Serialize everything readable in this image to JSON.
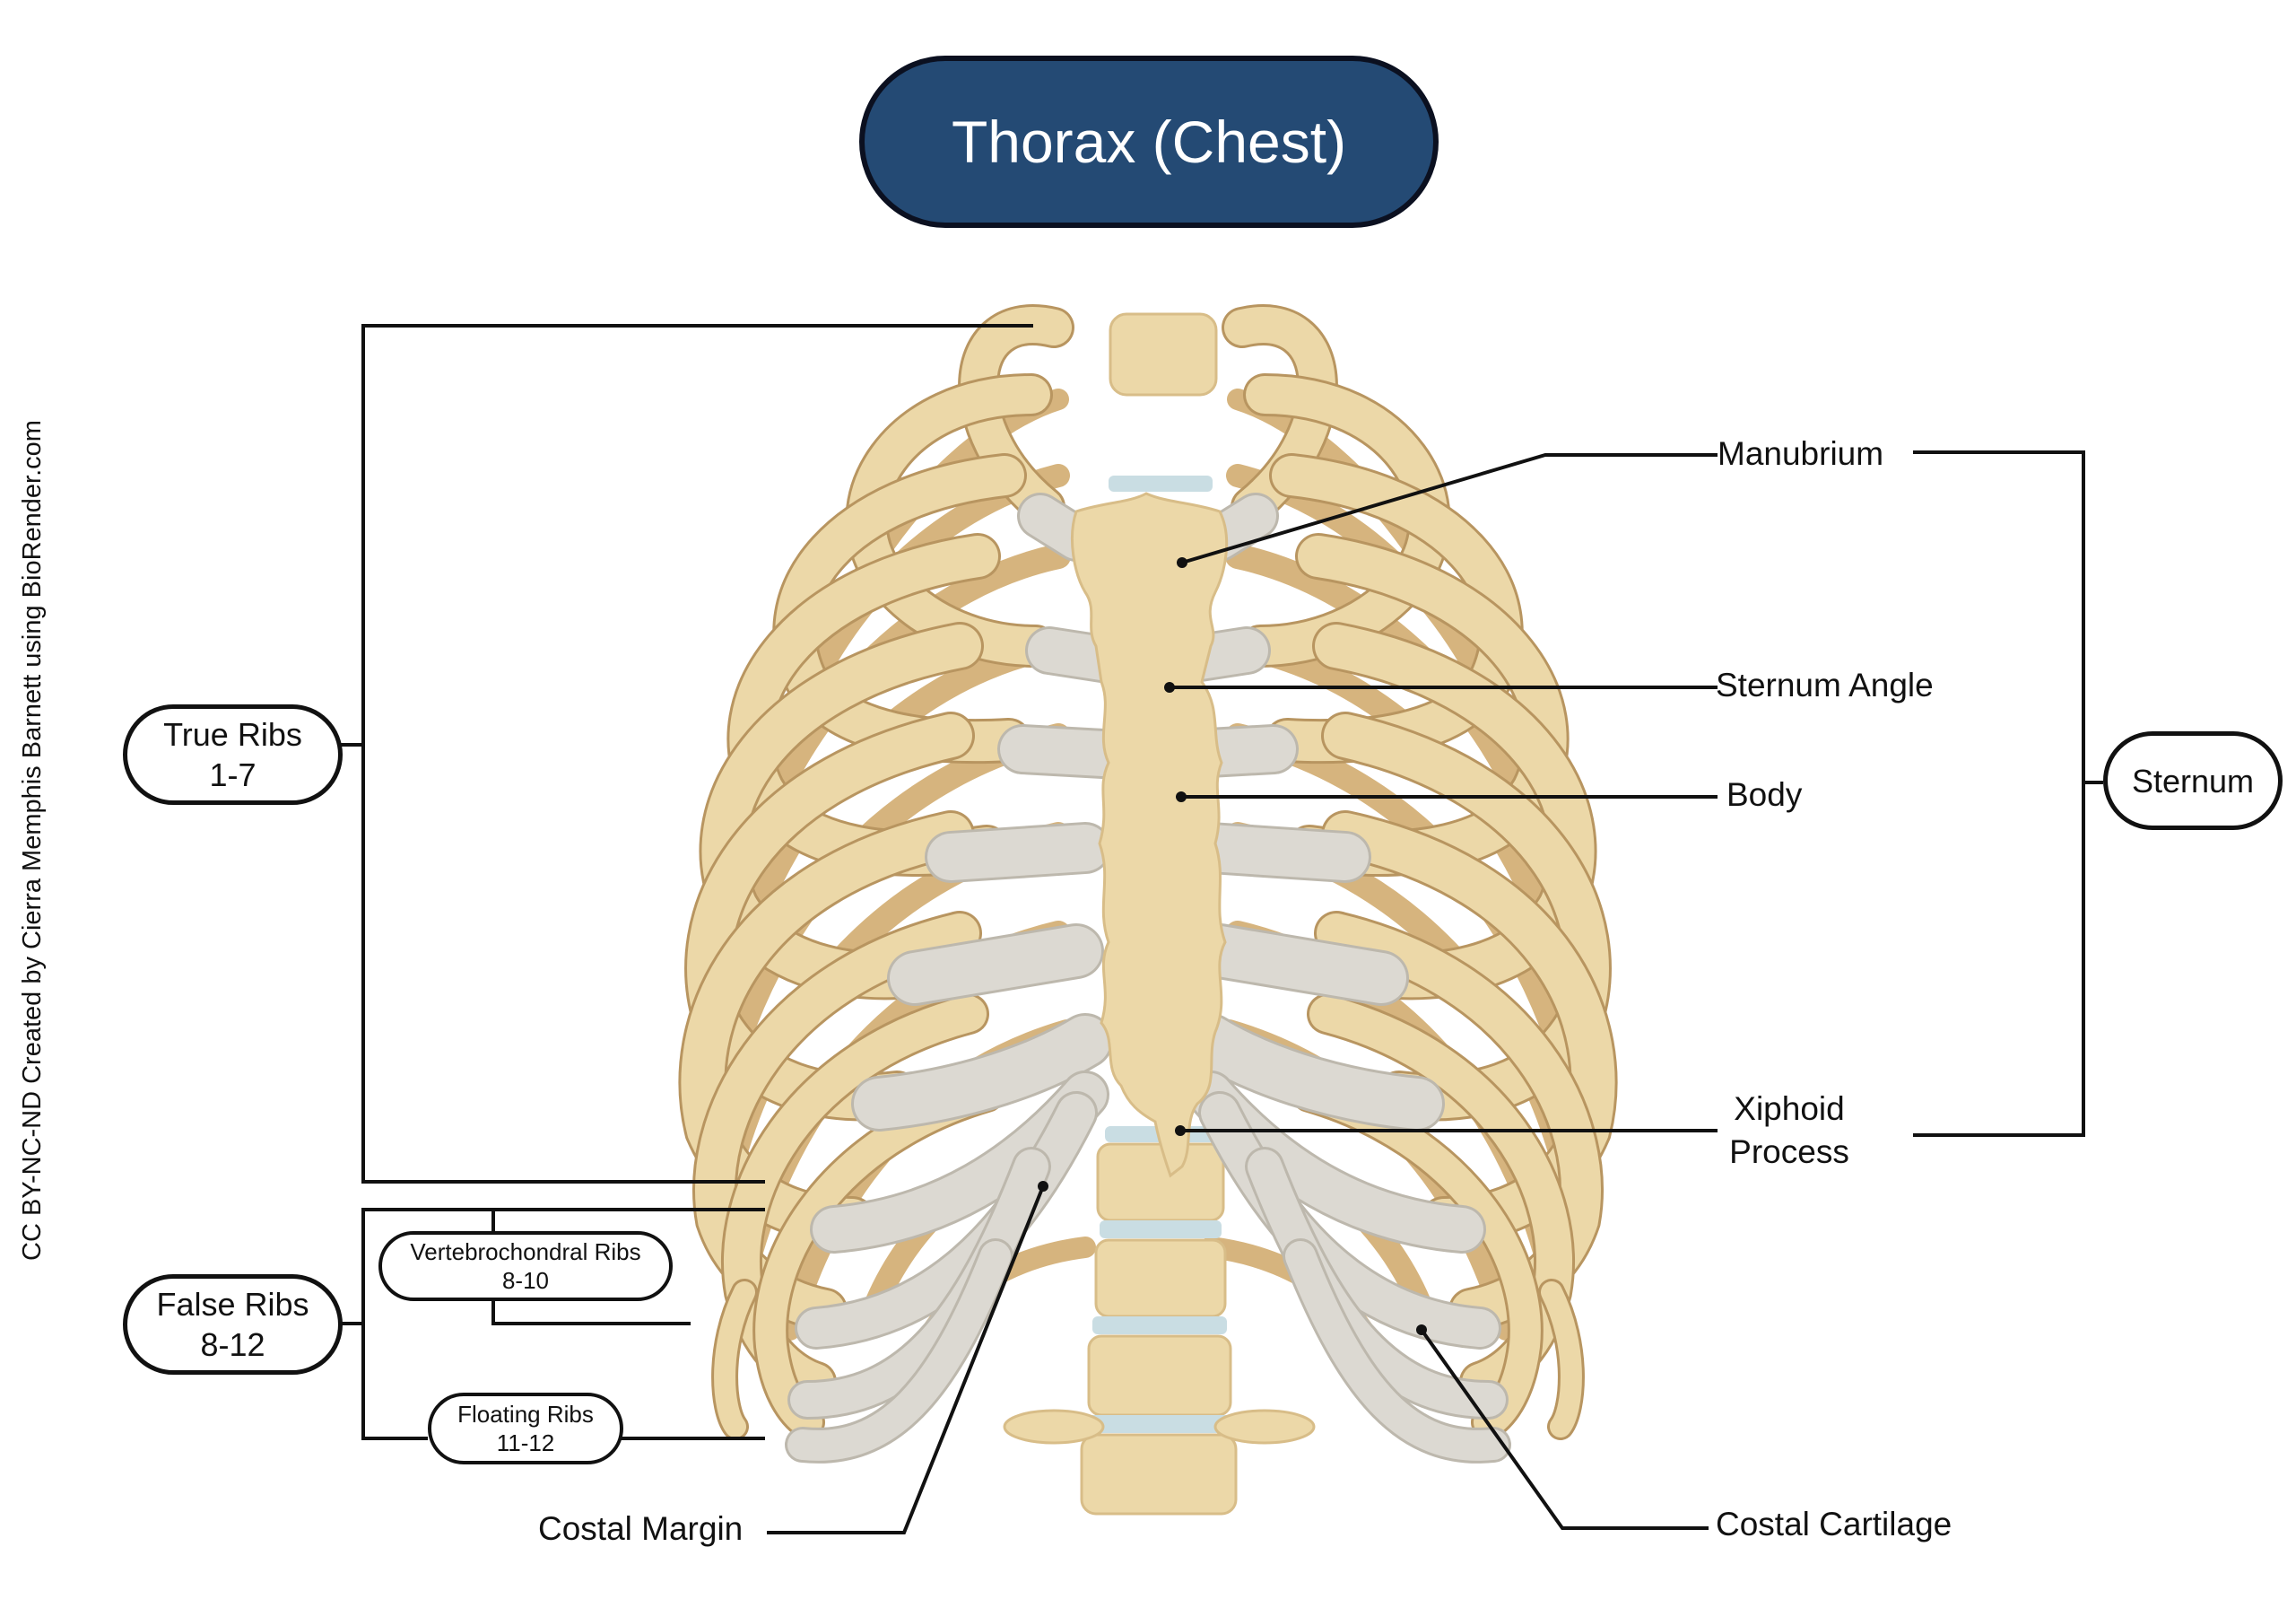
{
  "title": "Thorax (Chest)",
  "credit": "CC BY-NC-ND Created by Cierra Memphis Barnett using BioRender.com",
  "groups": {
    "true_ribs": {
      "line1": "True Ribs",
      "line2": "1-7"
    },
    "false_ribs": {
      "line1": "False Ribs",
      "line2": "8-12"
    },
    "vertebrochondral": {
      "line1": "Vertebrochondral Ribs",
      "line2": "8-10"
    },
    "floating": {
      "line1": "Floating Ribs",
      "line2": "11-12"
    },
    "sternum": {
      "line1": "Sternum"
    }
  },
  "labels": {
    "manubrium": "Manubrium",
    "sternum_angle": "Sternum Angle",
    "body": "Body",
    "xiphoid_line1": "Xiphoid",
    "xiphoid_line2": "Process",
    "costal_margin": "Costal Margin",
    "costal_cartilage": "Costal Cartilage"
  },
  "colors": {
    "bone": "#ecd8a8",
    "bone_shadow": "#d6b47e",
    "cartilage": "#dcd9d2",
    "disc": "#c9dde3",
    "title_fill": "#244a74",
    "line": "#111111"
  }
}
